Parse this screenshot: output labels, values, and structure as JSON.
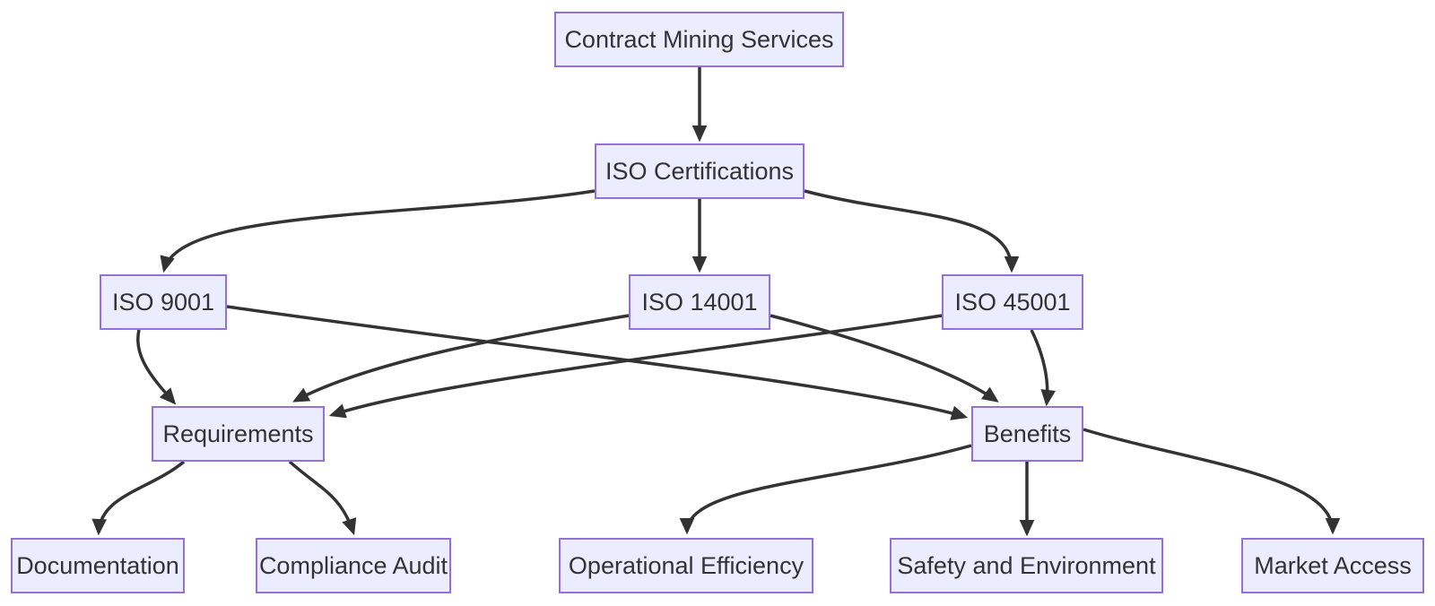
{
  "diagram": {
    "type": "flowchart",
    "direction": "top-down",
    "nodes": [
      {
        "id": "root",
        "label": "Contract Mining Services"
      },
      {
        "id": "iso",
        "label": "ISO Certifications"
      },
      {
        "id": "iso9001",
        "label": "ISO 9001"
      },
      {
        "id": "iso14001",
        "label": "ISO 14001"
      },
      {
        "id": "iso45001",
        "label": "ISO 45001"
      },
      {
        "id": "req",
        "label": "Requirements"
      },
      {
        "id": "ben",
        "label": "Benefits"
      },
      {
        "id": "doc",
        "label": "Documentation"
      },
      {
        "id": "audit",
        "label": "Compliance Audit"
      },
      {
        "id": "opeff",
        "label": "Operational Efficiency"
      },
      {
        "id": "safety",
        "label": "Safety and Environment"
      },
      {
        "id": "market",
        "label": "Market Access"
      }
    ],
    "edges": [
      {
        "from": "root",
        "to": "iso"
      },
      {
        "from": "iso",
        "to": "iso9001"
      },
      {
        "from": "iso",
        "to": "iso14001"
      },
      {
        "from": "iso",
        "to": "iso45001"
      },
      {
        "from": "iso9001",
        "to": "req"
      },
      {
        "from": "iso9001",
        "to": "ben"
      },
      {
        "from": "iso14001",
        "to": "req"
      },
      {
        "from": "iso14001",
        "to": "ben"
      },
      {
        "from": "iso45001",
        "to": "req"
      },
      {
        "from": "iso45001",
        "to": "ben"
      },
      {
        "from": "req",
        "to": "doc"
      },
      {
        "from": "req",
        "to": "audit"
      },
      {
        "from": "ben",
        "to": "opeff"
      },
      {
        "from": "ben",
        "to": "safety"
      },
      {
        "from": "ben",
        "to": "market"
      }
    ],
    "colors": {
      "background": "#FFFFFF",
      "node_fill": "#ECECFF",
      "node_border": "#9370DB",
      "edge": "#333333",
      "text": "#333333"
    }
  }
}
